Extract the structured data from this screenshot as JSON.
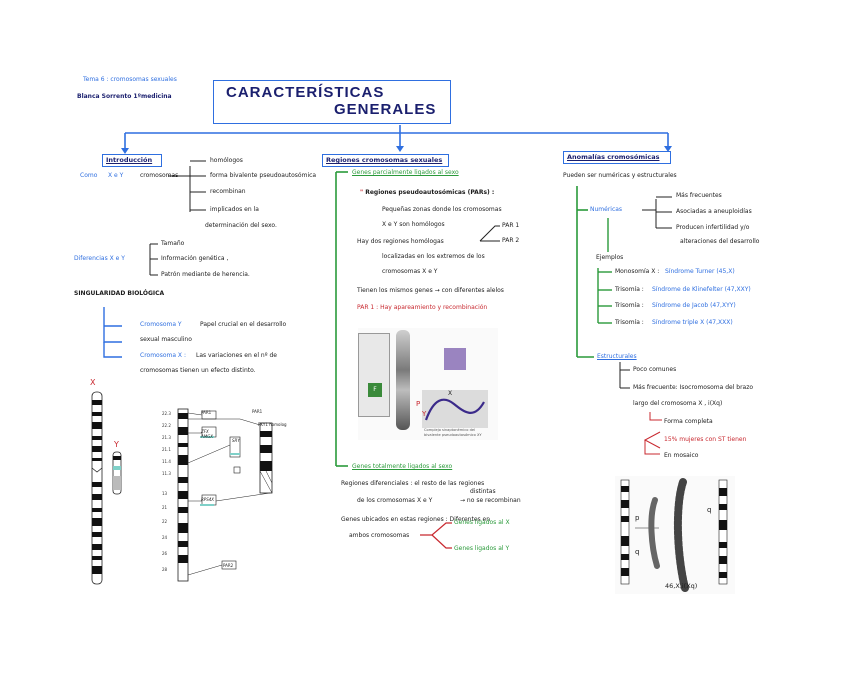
{
  "header": {
    "topic": "Tema 6 : cromosomas sexuales",
    "author": "Blanca Sorrento 1ºmedicina"
  },
  "title": {
    "line1": "CARACTERÍSTICAS",
    "line2": "GENERALES"
  },
  "intro": {
    "heading": "Introducción",
    "como": "Como",
    "xy": "X e Y",
    "arrow_target": "cromosomas",
    "items": [
      "homólogos",
      "forma bivalente pseudoautosómica",
      "recombinan",
      "implicados en la",
      "determinación del sexo."
    ],
    "diff_label": "Diferencias X e Y",
    "diff_items": [
      "Tamaño",
      "Información genética ,",
      "Patrón mediante de herencia."
    ],
    "singularidad": "SINGULARIDAD BIOLÓGICA",
    "sing_y_label": "Cromosoma  Y",
    "sing_y_text": "Papel crucial en el desarrollo",
    "sing_y_text2": "sexual masculino",
    "sing_x_label": "Cromosoma X :",
    "sing_x_text": "Las variaciones en el nº de",
    "sing_x_text2": "cromosomas tienen un efecto distinto."
  },
  "regiones": {
    "heading": "Regiones cromosomas sexuales",
    "genes_escape": "Genes parcialmente ligados al sexo",
    "par_heading": "Regiones pseudoautosómicas (PARs) :",
    "par_l1": "Pequeñas zonas donde los cromosomas",
    "par_l2": "X e Y son homólogos",
    "hay": "Hay dos regiones homólogas",
    "hay_l2": "localizadas en los extremos de los",
    "hay_l3": "cromosomas X e Y",
    "par1": "PAR 1",
    "par2": "PAR 2",
    "tienen": "Tienen los mismos genes → con diferentes alelos",
    "par1_text": "PAR 1 : Hay apareamiento y recombinación",
    "genes_total": "Genes totalmente ligados al sexo",
    "reg_dif": "Regiones diferenciales : el resto de las regiones",
    "reg_dif2": "de los cromosomas X e Y",
    "reg_dif3": "distintas",
    "reg_dif4": "→ no se recombinan",
    "genes_ubic": "Genes ubicados en estas regiones : Diferentes en",
    "genes_ubic2": "ambos cromosomas",
    "ligados_x": "Genes ligados al X",
    "ligados_y": "Genes ligados al Y"
  },
  "anomalias": {
    "heading": "Anomalías cromosómicas",
    "pueden": "Pueden ser numéricas y estructurales",
    "numericas": "Numéricas",
    "num_items": [
      "Más frecuentes",
      "Asociadas a aneuploidías",
      "Producen infertilidad y/o",
      "alteraciones del desarrollo"
    ],
    "ejemplos": "Ejemplos",
    "ej1_label": "Monosomía X :",
    "ej1_val": "Síndrome Turner (45,X)",
    "ej2_label": "Trisomía :",
    "ej2_val": "Síndrome de Klinefelter (47,XXY)",
    "ej3_label": "Trisomía :",
    "ej3_val": "Síndrome de Jacob (47,XYY)",
    "ej4_label": "Trisomía :",
    "ej4_val": "Síndrome triple X (47,XXX)",
    "estructurales": "Estructurales",
    "est1": "Poco comunes",
    "est2": "Más frecuente: Isocromosoma del brazo",
    "est3": "largo del cromosoma X , i(Xq)",
    "forma": "Forma completa",
    "pct": "15% mujeres con ST tienen",
    "mosaico": "En mosaico",
    "karyo_label": "46,X,i(Xq)",
    "karyo_p": "p",
    "karyo_q": "q",
    "karyo_q2": "q"
  },
  "figures": {
    "x_label": "X",
    "y_label": "Y",
    "par1_box": "PAR1",
    "par2_box": "PAR2",
    "sry": "SRY",
    "zfx": "ZFX",
    "amgx": "AMGX",
    "rps4x": "RPS4X",
    "homolog": "PKY1 homolog",
    "cap1": "Complejo sinaptonémico del",
    "cap2": "bivalente pseudoautosómico XY",
    "fig_x": "X",
    "fig_y": "Y",
    "fig_p": "P",
    "fig_f": "F"
  }
}
